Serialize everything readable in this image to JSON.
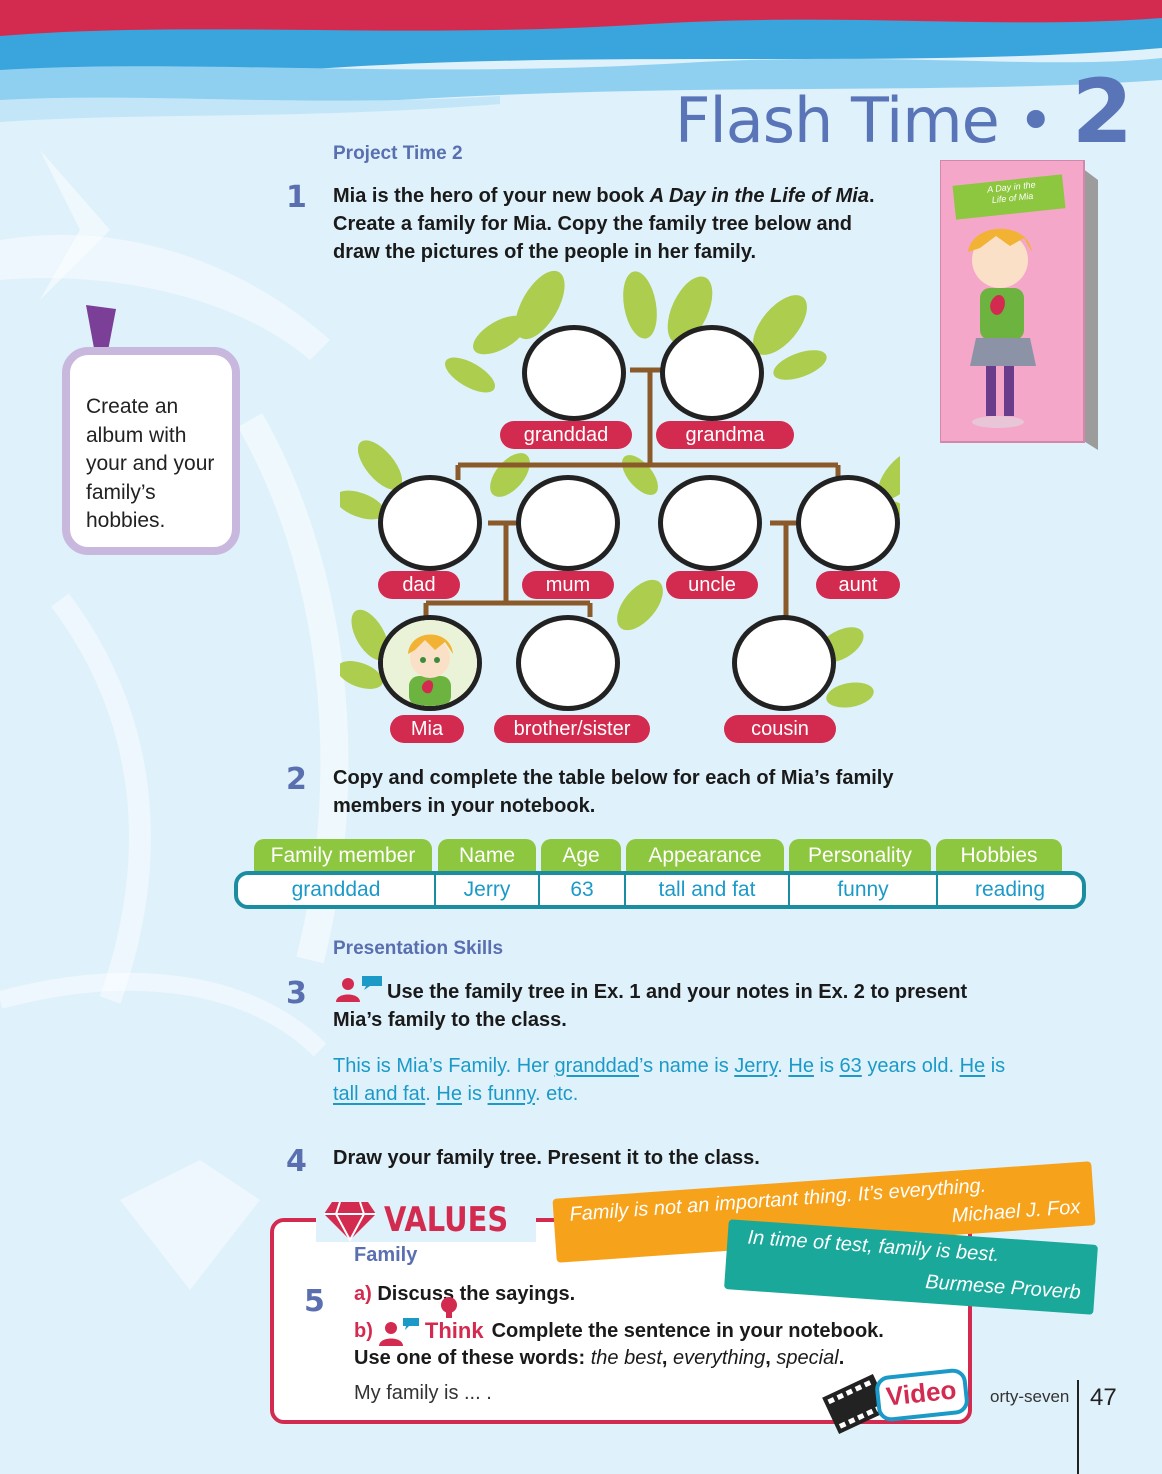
{
  "header": {
    "title_text": "Flash Time •",
    "title_number": "2"
  },
  "project": {
    "heading": "Project Time 2"
  },
  "ex1": {
    "number": "1",
    "line1_a": "Mia is the hero of your new book ",
    "line1_book": "A Day in the Life of Mia",
    "line1_b": ".",
    "line2": "Create a family for Mia. Copy the family tree below and",
    "line3": "draw the pictures of the people in her family."
  },
  "book_cover": {
    "title_line1": "A Day in the",
    "title_line2": "Life of Mia"
  },
  "sidebox": {
    "line1": "Create an",
    "line2": "album with",
    "line3": "your and your",
    "line4": "family’s",
    "line5": "hobbies."
  },
  "tree": {
    "granddad": "granddad",
    "grandma": "grandma",
    "dad": "dad",
    "mum": "mum",
    "uncle": "uncle",
    "aunt": "aunt",
    "mia": "Mia",
    "sibling": "brother/sister",
    "cousin": "cousin"
  },
  "ex2": {
    "number": "2",
    "line1": "Copy and complete the table below for each of Mia’s family",
    "line2": "members in your notebook."
  },
  "table": {
    "headers": [
      "Family member",
      "Name",
      "Age",
      "Appearance",
      "Personality",
      "Hobbies"
    ],
    "row": [
      "granddad",
      "Jerry",
      "63",
      "tall and fat",
      "funny",
      "reading"
    ]
  },
  "presentation": {
    "heading": "Presentation Skills"
  },
  "ex3": {
    "number": "3",
    "line1": "Use the family tree in Ex. 1 and your notes in Ex. 2 to present",
    "line2": "Mia’s family to the class."
  },
  "sample": {
    "t1": "This is Mia’s Family. Her ",
    "u1": "granddad",
    "t2": "’s name is ",
    "u2": "Jerry",
    "t3": ". ",
    "u3": "He",
    "t4": " is ",
    "u4": "63",
    "t5": " years old. ",
    "u5": "He",
    "t6": " is",
    "u6": "tall and fat",
    "t7": ". ",
    "u7": "He",
    "t8": " is ",
    "u8": "funny",
    "t9": ". etc."
  },
  "ex4": {
    "number": "4",
    "text": "Draw your family tree. Present it to the class."
  },
  "values": {
    "heading": "VALUES",
    "subheading": "Family",
    "number": "5",
    "a_label": "a)",
    "a_text": "Discuss the sayings.",
    "b_label": "b)",
    "think": "Think",
    "b_text": "Complete the sentence in your notebook.",
    "use_prefix": "Use one of these words: ",
    "word1": "the best",
    "word2": "everything",
    "word3": "special",
    "answer": "My family is ... ."
  },
  "quotes": {
    "q1_text": "Family is not an important thing. It’s everything.",
    "q1_author": "Michael J. Fox",
    "q2_text": "In time of test, family is best.",
    "q2_author": "Burmese Proverb"
  },
  "video": {
    "label": "Video"
  },
  "footer": {
    "page_word": "orty-seven",
    "page_number": "47"
  },
  "colors": {
    "title_blue": "#5a74b8",
    "label_red": "#d32b4f",
    "table_green": "#8dc63f",
    "table_teal": "#1a8ea0",
    "answer_blue": "#1b9ac8",
    "quote_orange": "#f7a21b",
    "quote_teal": "#19a89a"
  }
}
